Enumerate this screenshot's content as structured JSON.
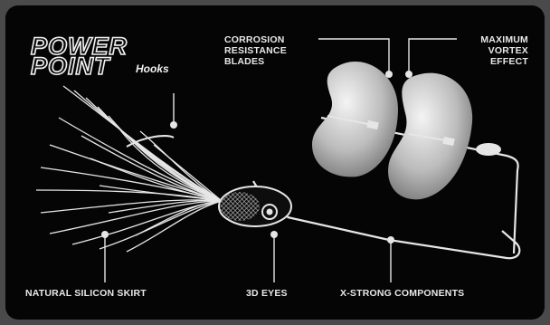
{
  "logo": {
    "line1": "POWER",
    "line2": "POINT",
    "suffix": "Hooks"
  },
  "callouts": {
    "blades": [
      "CORROSION",
      "RESISTANCE",
      "BLADES"
    ],
    "vortex": [
      "MAXIMUM",
      "VORTEX",
      "EFFECT"
    ],
    "skirt": "NATURAL SILICON SKIRT",
    "eyes": "3D EYES",
    "components": "X-STRONG COMPONENTS"
  },
  "colors": {
    "background": "#050505",
    "frame": "#4a4a4a",
    "text": "#e8e8e8",
    "blade": "#bdbdbd"
  }
}
